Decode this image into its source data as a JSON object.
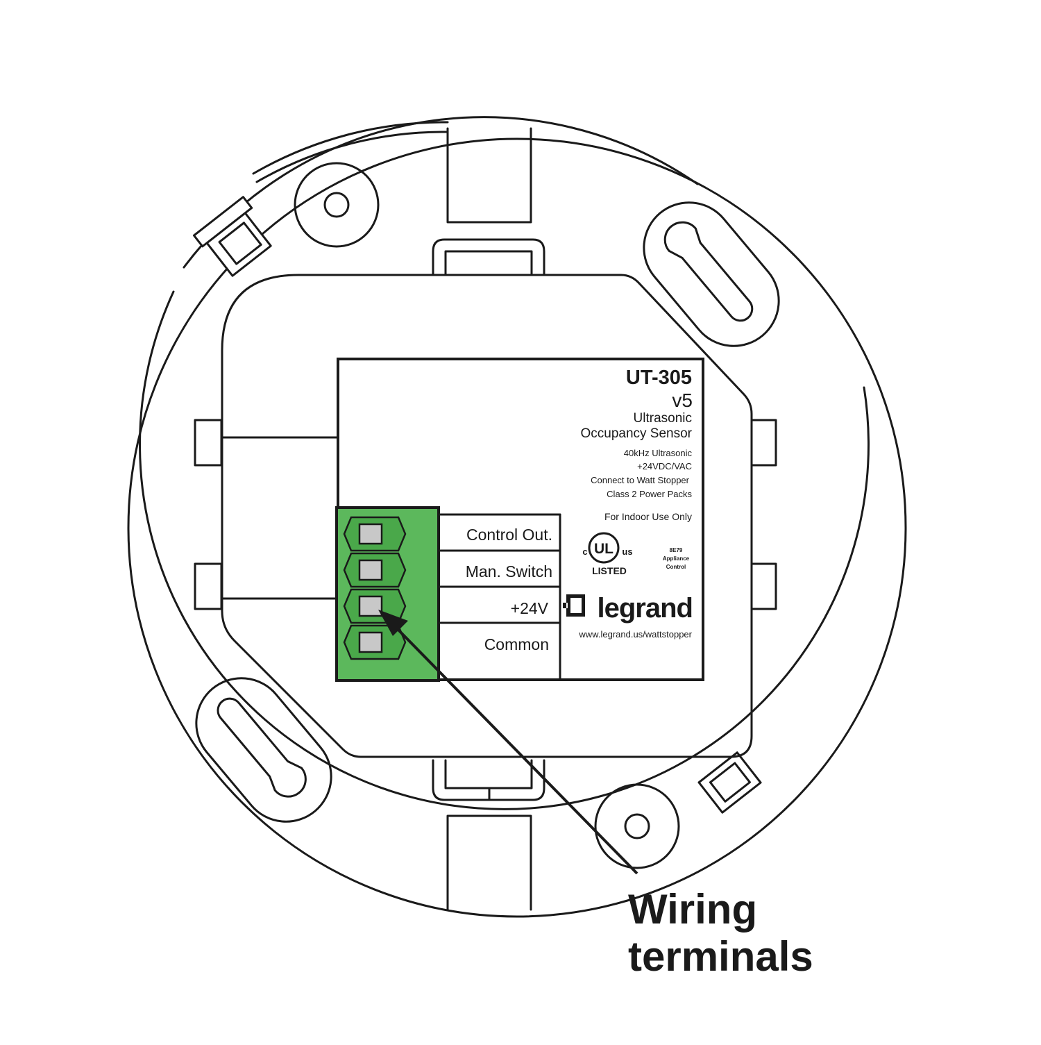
{
  "label": {
    "model": "UT-305",
    "version": "v5",
    "product_line1": "Ultrasonic",
    "product_line2": "Occupancy Sensor",
    "spec_line1": "40kHz Ultrasonic",
    "spec_line2": "+24VDC/VAC",
    "spec_line3": "Connect to Watt Stopper",
    "spec_line4": "Class 2 Power Packs",
    "indoor_note": "For Indoor Use Only",
    "ul_mark": {
      "c": "c",
      "ul": "UL",
      "us": "us",
      "listed": "LISTED"
    },
    "appliance_note": [
      "8E79",
      "Appliance",
      "Control"
    ],
    "brand": "legrand",
    "website": "www.legrand.us/wattstopper"
  },
  "terminals": [
    {
      "label": "Control Out."
    },
    {
      "label": "Man. Switch"
    },
    {
      "label": "+24V"
    },
    {
      "label": "Common"
    }
  ],
  "callout": {
    "line1": "Wiring",
    "line2": "terminals"
  },
  "colors": {
    "terminal_block": "#5cb85c",
    "terminal_block_border": "#1a1a1a",
    "screw": "#c8c8c8",
    "line": "#1a1a1a",
    "background": "#ffffff"
  }
}
